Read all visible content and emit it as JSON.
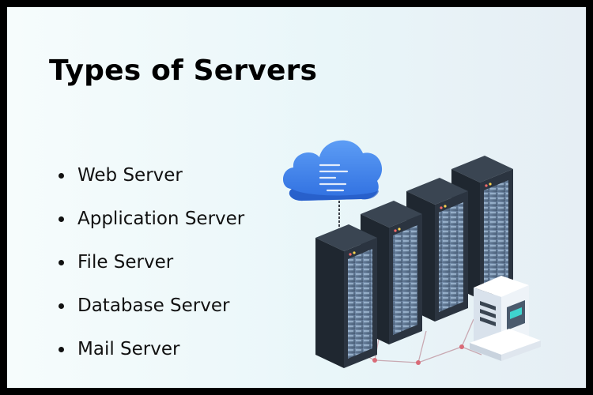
{
  "title": "Types of Servers",
  "server_types": [
    "Web Server",
    "Application Server",
    "File Server",
    "Database Server",
    "Mail Server"
  ],
  "illustration": {
    "icons": [
      "cloud-icon",
      "server-rack-icon",
      "terminal-workstation-icon"
    ],
    "colors": {
      "cloud_blue": "#3f83f0",
      "rack_dark": "#2b3440",
      "rack_panel": "#55708d",
      "accent_teal": "#3fd4cf",
      "connector_red": "#d96a77"
    }
  }
}
